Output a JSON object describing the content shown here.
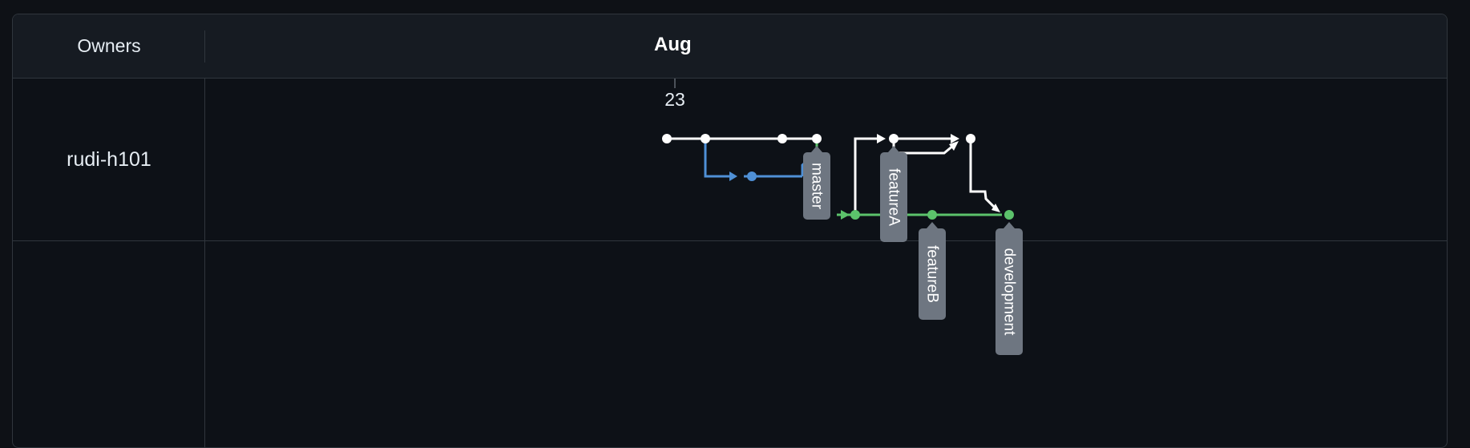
{
  "header": {
    "owners_label": "Owners",
    "month_label": "Aug"
  },
  "timeline": {
    "day_label": "23"
  },
  "owners": [
    {
      "name": "rudi-h101"
    }
  ],
  "branches": [
    {
      "label": "master",
      "color": "#ffffff"
    },
    {
      "label": "featureA",
      "color": "#ffffff"
    },
    {
      "label": "featureB",
      "color": "#5cc26b"
    },
    {
      "label": "development",
      "color": "#5cc26b"
    }
  ],
  "colors": {
    "master_line": "#ffffff",
    "blue_line": "#4f90d6",
    "green_line": "#5cc26b",
    "tag_bg": "#6e7681",
    "background": "#0d1117",
    "header_bg": "#161b22",
    "border": "#30363d"
  }
}
